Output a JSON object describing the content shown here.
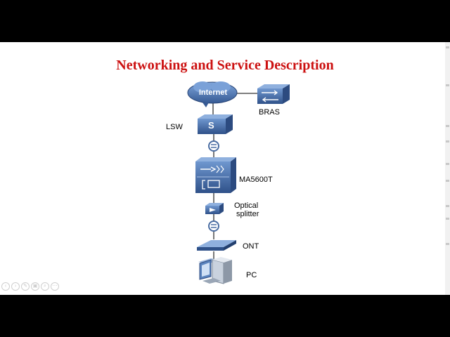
{
  "slide": {
    "title": "Networking and Service Description",
    "nodes": {
      "internet": "Internet",
      "bras": "BRAS",
      "lsw": "LSW",
      "lsw_badge": "S",
      "olt": "MA5600T",
      "splitter_line1": "Optical",
      "splitter_line2": "splitter",
      "ont": "ONT",
      "pc": "PC"
    }
  },
  "colors": {
    "title": "#cc1111",
    "device_blue": "#3a5f95",
    "device_light": "#5a83bd",
    "line": "#333333"
  },
  "icons": [
    "cloud-icon",
    "router-icon",
    "switch-icon",
    "fiber-connector-icon",
    "olt-icon",
    "splitter-icon",
    "ont-icon",
    "pc-icon"
  ],
  "controls": [
    "prev-icon",
    "next-icon",
    "pen-icon",
    "slides-icon",
    "zoom-icon",
    "more-icon"
  ]
}
